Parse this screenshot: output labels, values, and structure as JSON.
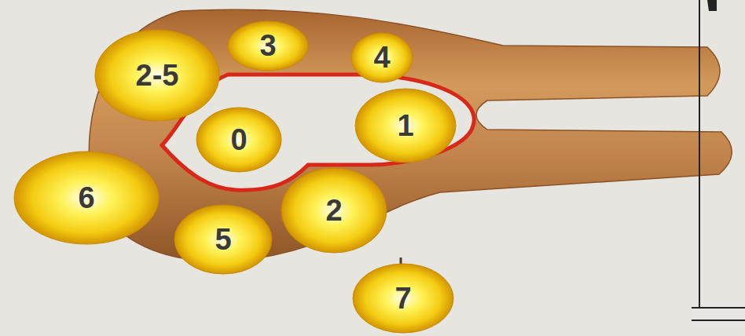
{
  "diagram": {
    "nodes": [
      {
        "text": [
          "3"
        ]
      },
      {
        "text": [
          "4"
        ]
      },
      {
        "text": [
          "2-5"
        ]
      },
      {
        "text": [
          "1"
        ]
      },
      {
        "text": [
          "0"
        ]
      },
      {
        "text": [
          "6"
        ]
      },
      {
        "text": [
          "2"
        ]
      },
      {
        "text": [
          "5"
        ]
      },
      {
        "text": [
          "7"
        ]
      }
    ]
  }
}
